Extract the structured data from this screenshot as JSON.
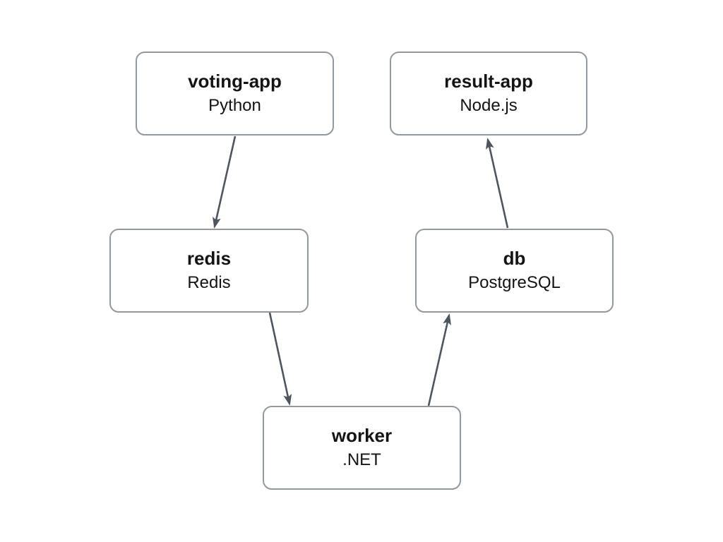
{
  "diagram": {
    "nodes": {
      "voting_app": {
        "id": "voting-app",
        "title": "voting-app",
        "subtitle": "Python"
      },
      "result_app": {
        "id": "result-app",
        "title": "result-app",
        "subtitle": "Node.js"
      },
      "redis": {
        "id": "redis",
        "title": "redis",
        "subtitle": "Redis"
      },
      "db": {
        "id": "db",
        "title": "db",
        "subtitle": "PostgreSQL"
      },
      "worker": {
        "id": "worker",
        "title": "worker",
        "subtitle": ".NET"
      }
    },
    "edges": [
      {
        "from": "voting-app",
        "to": "redis"
      },
      {
        "from": "redis",
        "to": "worker"
      },
      {
        "from": "worker",
        "to": "db"
      },
      {
        "from": "db",
        "to": "result-app"
      }
    ],
    "colors": {
      "background": "#ffffff",
      "node_fill": "#ffffff",
      "node_border": "#9298a0",
      "text": "#141414",
      "arrow": "#4e555e"
    }
  }
}
